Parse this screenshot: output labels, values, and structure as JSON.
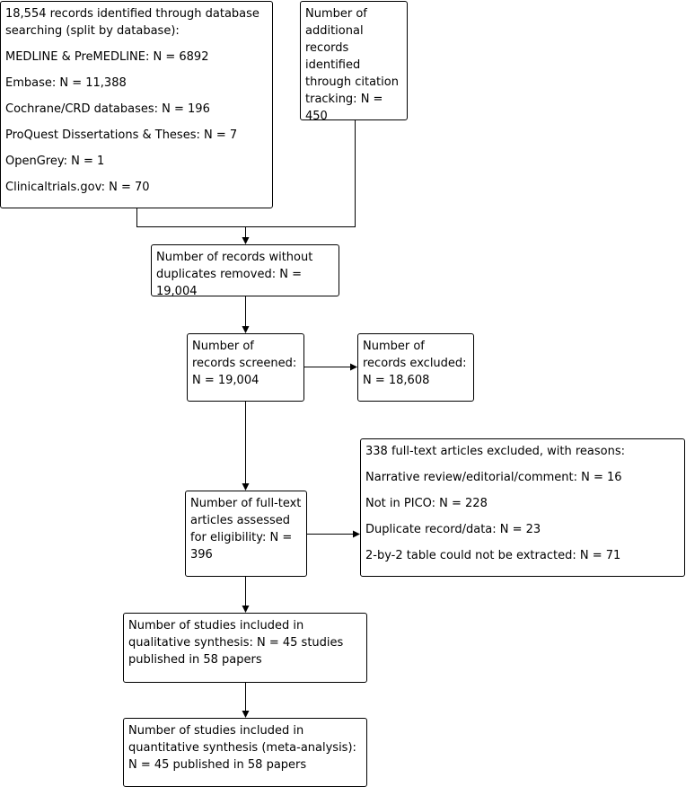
{
  "boxes": {
    "database_search": {
      "heading": "18,554 records identified through database searching (split by database):",
      "items": [
        "MEDLINE & PreMEDLINE: N = 6892",
        "Embase: N = 11,388",
        "Cochrane/CRD databases: N = 196",
        "ProQuest Dissertations & Theses: N = 7",
        "OpenGrey: N = 1",
        "Clinicaltrials.gov: N = 70"
      ]
    },
    "citation_tracking": "Number of additional records identified through citation tracking: N = 450",
    "duplicates_removed": "Number of records without duplicates removed: N = 19,004",
    "screened": "Number of records screened: N = 19,004",
    "excluded": "Number of records excluded: N = 18,608",
    "fulltext_excluded": {
      "heading": "338 full-text articles excluded, with reasons:",
      "items": [
        "Narrative review/editorial/comment: N = 16",
        "Not in PICO: N = 228",
        "Duplicate record/data: N = 23",
        "2-by-2 table could not be extracted: N = 71"
      ]
    },
    "eligibility": "Number of full-text articles assessed for eligibility: N = 396",
    "qualitative": "Number of studies included in qualitative synthesis: N = 45 studies published in 58 papers",
    "quantitative": "Number of studies included in quantitative synthesis (meta-analysis): N = 45 published in 58 papers"
  }
}
